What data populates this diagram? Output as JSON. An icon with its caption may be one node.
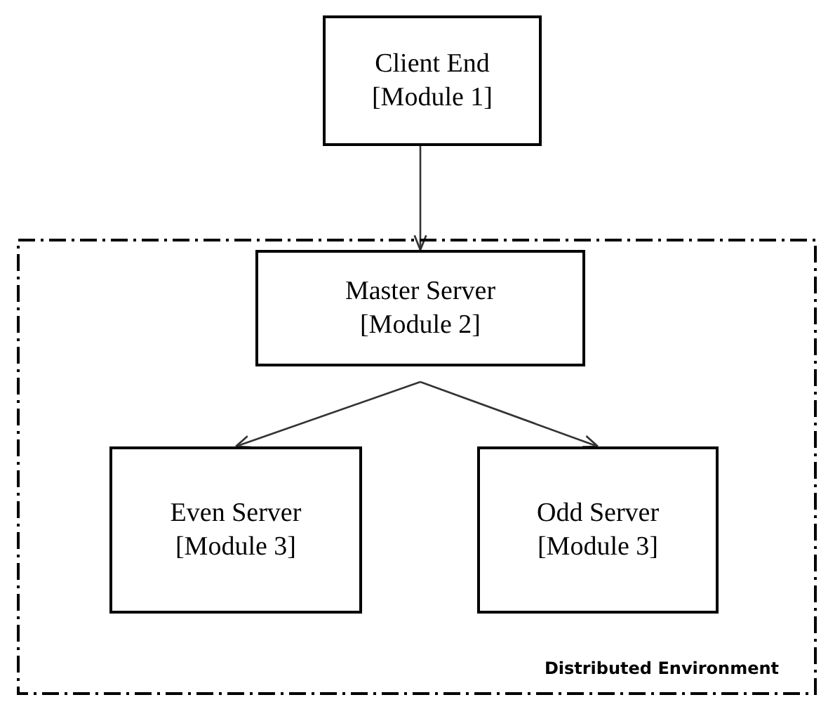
{
  "diagram": {
    "nodes": [
      {
        "text": [
          "Client End [Module 1]"
        ]
      },
      {
        "text": [
          "Distributed Environment"
        ]
      },
      {
        "text": [
          "Master Server [Module 2]"
        ],
        "in": 1
      },
      {
        "text": [
          "Even Server [Module 3]"
        ],
        "in": 1
      },
      {
        "text": [
          "Odd Server [Module 3]"
        ],
        "in": 1
      }
    ],
    "edges": [
      {
        "from": 0,
        "to": 2,
        "arrow": "to"
      },
      {
        "from": 2,
        "to": 3,
        "arrow": "to"
      },
      {
        "from": 2,
        "to": 4,
        "arrow": "to"
      }
    ]
  }
}
